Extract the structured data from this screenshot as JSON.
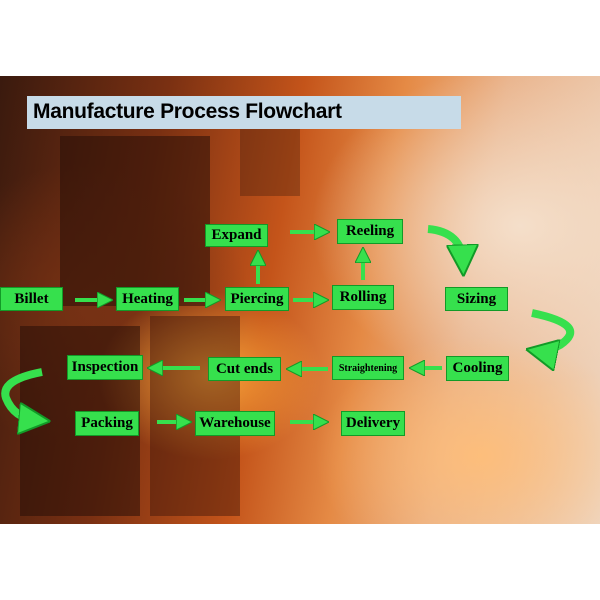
{
  "title": "Manufacture Process Flowchart",
  "colors": {
    "node_fill": "#36e04d",
    "arrow": "#36e04d",
    "title_bar": "#c7dbe8"
  },
  "nodes": {
    "billet": "Billet",
    "heating": "Heating",
    "piercing": "Piercing",
    "expand": "Expand",
    "reeling": "Reeling",
    "rolling": "Rolling",
    "sizing": "Sizing",
    "cooling": "Cooling",
    "straightening": "Straightening",
    "cut_ends": "Cut ends",
    "inspection": "Inspection",
    "packing": "Packing",
    "warehouse": "Warehouse",
    "delivery": "Delivery"
  }
}
